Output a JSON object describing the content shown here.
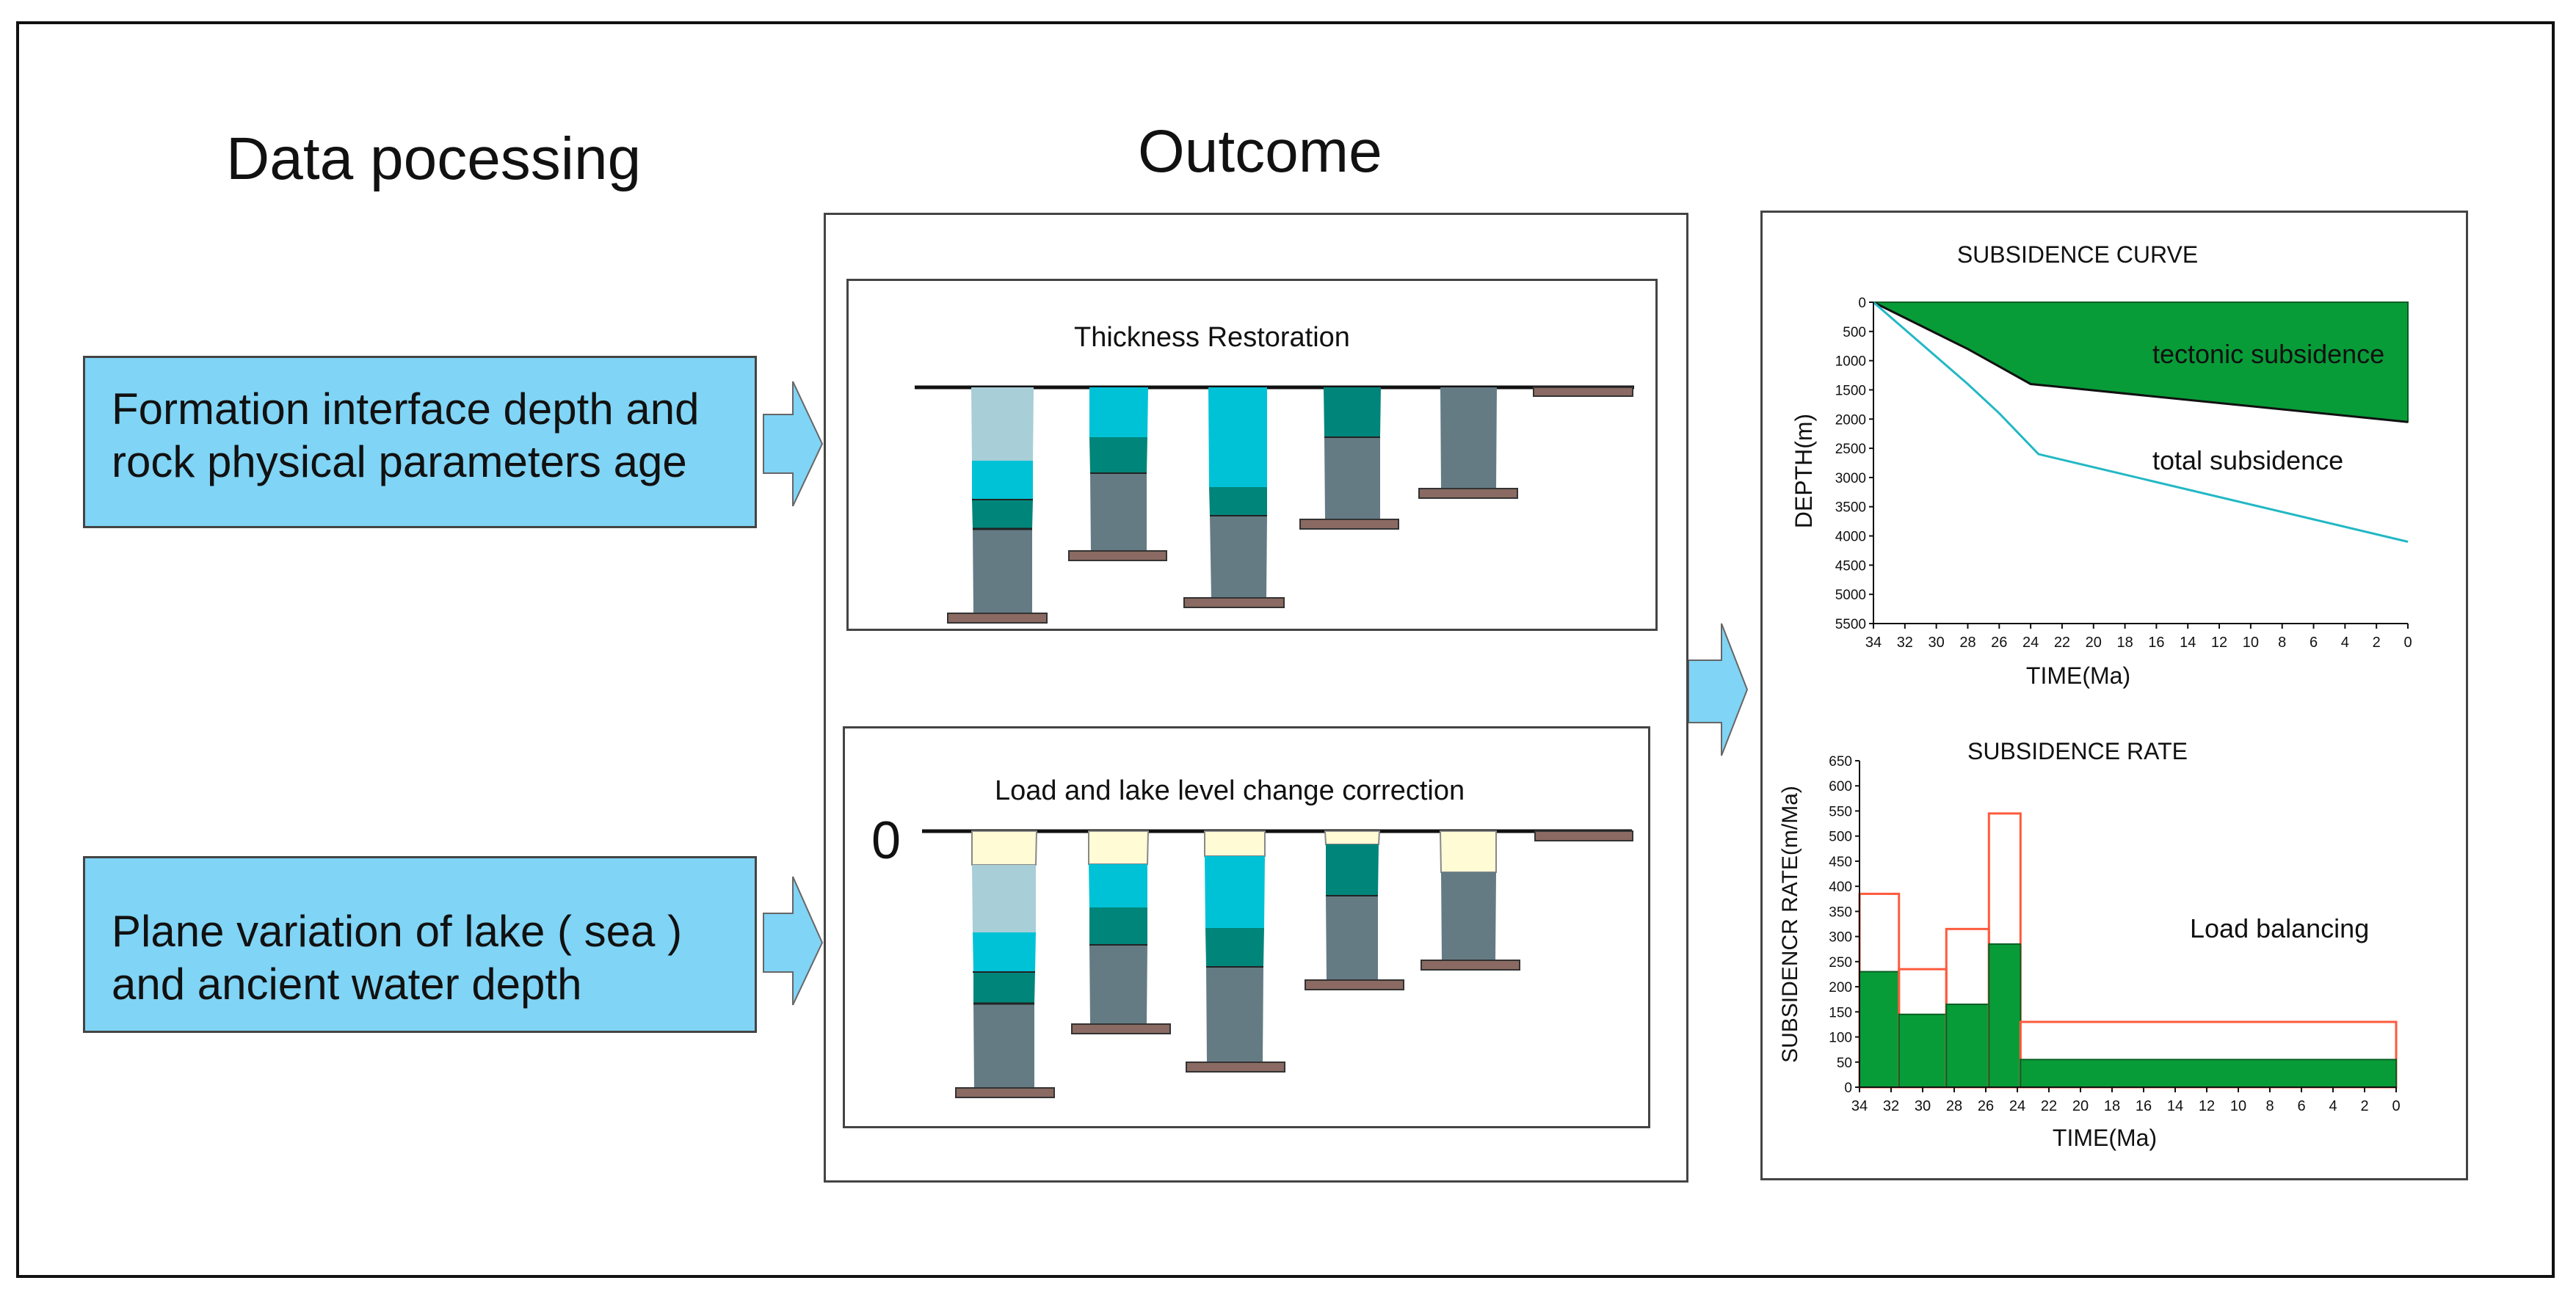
{
  "headings": {
    "data_processing": "Data pocessing",
    "outcome": "Outcome"
  },
  "inputs": {
    "box1": [
      "Formation interface depth and",
      "rock physical parameters age"
    ],
    "box2": [
      "Plane variation of lake ( sea )",
      "and ancient water depth"
    ]
  },
  "outcome": {
    "thickness_title": "Thickness Restoration",
    "correction_title": "Load and lake level change correction",
    "zero_label": "0"
  },
  "colors": {
    "input_box": "#80d4f5",
    "arrow": "#80d4f5",
    "layer_light_blue": "#a8ced8",
    "layer_cyan": "#00c2d6",
    "layer_teal": "#00857a",
    "layer_gray": "#647b84",
    "layer_base": "#8a6a62",
    "water_column": "#fffbd5",
    "green": "#089c38",
    "red_outline": "#ff5a3c",
    "cyan_line": "#22b8c4"
  },
  "chart_data": [
    {
      "type": "area",
      "title": "SUBSIDENCE CURVE",
      "xlabel": "TIME(Ma)",
      "ylabel": "DEPTH(m)",
      "x_ticks": [
        "34",
        "32",
        "30",
        "28",
        "26",
        "24",
        "22",
        "20",
        "18",
        "16",
        "14",
        "12",
        "10",
        "8",
        "6",
        "4",
        "2",
        "0"
      ],
      "y_ticks": [
        "0",
        "500",
        "1000",
        "1500",
        "2000",
        "2500",
        "3000",
        "3500",
        "4000",
        "4500",
        "5000",
        "5500"
      ],
      "xlim": [
        34,
        0
      ],
      "ylim": [
        0,
        5500
      ],
      "y_inverted": true,
      "series": [
        {
          "name": "tectonic subsidence",
          "x": [
            34,
            28,
            26,
            24,
            0
          ],
          "values": [
            0,
            800,
            1100,
            1400,
            2050
          ]
        },
        {
          "name": "total subsidence",
          "x": [
            34,
            28,
            26,
            23.5,
            0
          ],
          "values": [
            0,
            1400,
            1900,
            2600,
            4100
          ]
        }
      ]
    },
    {
      "type": "bar",
      "title": "SUBSIDENCE RATE",
      "xlabel": "TIME(Ma)",
      "ylabel": "SUBSIDENCR RATE(m/Ma)",
      "annotation": "Load balancing",
      "x_ticks": [
        "34",
        "32",
        "30",
        "28",
        "26",
        "24",
        "22",
        "20",
        "18",
        "16",
        "14",
        "12",
        "10",
        "8",
        "6",
        "4",
        "2",
        "0"
      ],
      "y_ticks": [
        "0",
        "50",
        "100",
        "150",
        "200",
        "250",
        "300",
        "350",
        "400",
        "450",
        "500",
        "550",
        "600",
        "650"
      ],
      "xlim": [
        34,
        0
      ],
      "ylim": [
        0,
        650
      ],
      "intervals": [
        [
          34,
          31.5
        ],
        [
          31.5,
          28.5
        ],
        [
          28.5,
          25.8
        ],
        [
          25.8,
          23.8
        ],
        [
          23.8,
          0
        ]
      ],
      "series": [
        {
          "values": [
            385,
            235,
            315,
            545,
            130
          ]
        },
        {
          "values": [
            230,
            145,
            165,
            285,
            55
          ]
        }
      ]
    }
  ]
}
